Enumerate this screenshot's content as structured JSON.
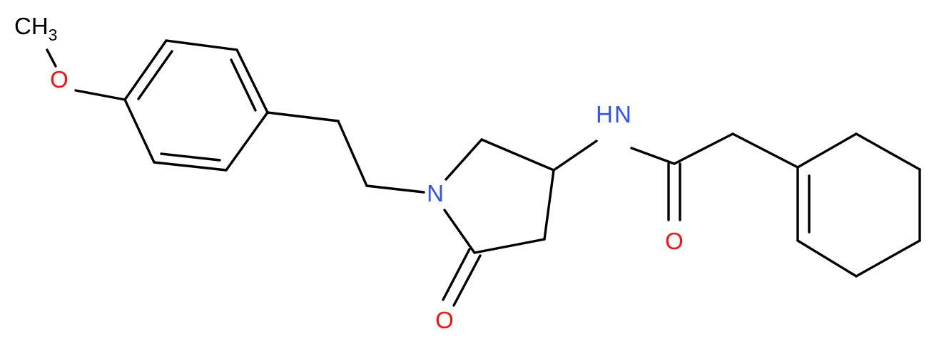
{
  "colors": {
    "bond": "#000000",
    "carbon_text": "#000000",
    "oxygen": "#ff0d0d",
    "nitrogen": "#3050f8"
  },
  "atoms": {
    "methyl": {
      "main": "CH",
      "sub": "3"
    },
    "o_methoxy": "O",
    "n_ring": "N",
    "o_lactam": "O",
    "n_amide": "H N",
    "n_amide_h": "H",
    "n_amide_n": "N",
    "o_amide": "O"
  }
}
